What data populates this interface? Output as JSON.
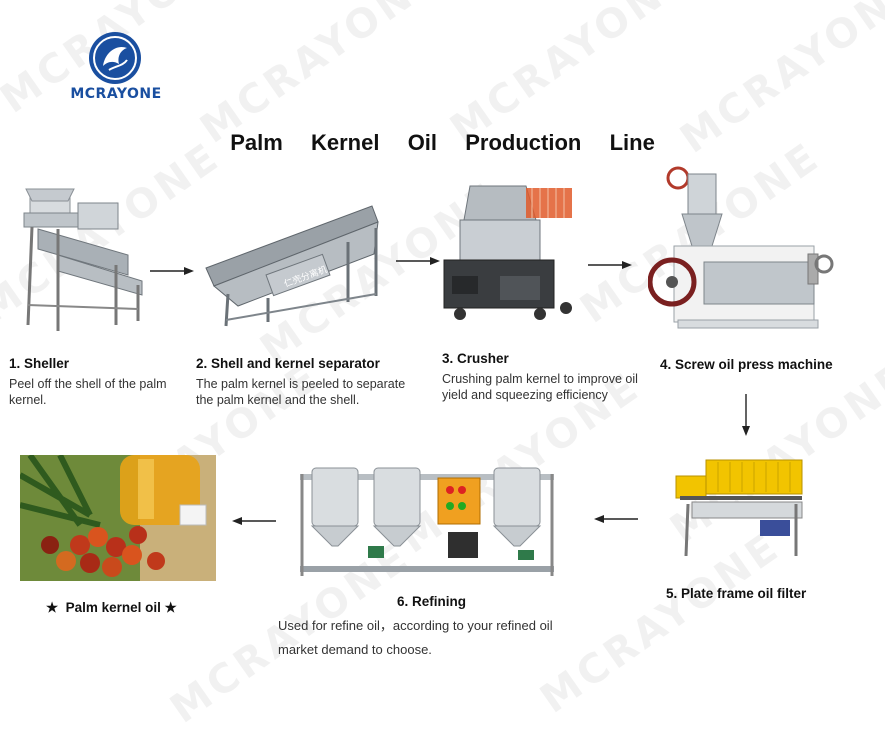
{
  "brand": {
    "name": "MCRAYONE",
    "color": "#1a4fa0"
  },
  "title": "Palm  Kernel  Oil  Production  Line",
  "watermark_text": "MCRAYONE",
  "steps": [
    {
      "title": "1. Sheller",
      "desc": "Peel off the shell of the palm kernel."
    },
    {
      "title": "2. Shell and kernel separator",
      "desc": "The palm kernel is peeled to separate the palm kernel and the shell."
    },
    {
      "title": "3. Crusher",
      "desc": "Crushing palm kernel to improve oil yield and squeezing efficiency"
    },
    {
      "title": "4. Screw oil press machine",
      "desc": ""
    },
    {
      "title": "5. Plate frame oil filter",
      "desc": ""
    },
    {
      "title": "6. Refining",
      "desc": "Used for refine oil，according to your refined oil market demand to choose."
    }
  ],
  "product": {
    "label": "★  Palm kernel oil ★"
  },
  "colors": {
    "filter_yellow": "#f2c400",
    "steel": "#c8cdd2",
    "oil": "#e8a317"
  },
  "machine_icons": [
    "sheller-machine",
    "separator-machine",
    "crusher-machine",
    "screw-press-machine",
    "plate-filter-machine",
    "refining-plant",
    "palm-oil-product"
  ]
}
